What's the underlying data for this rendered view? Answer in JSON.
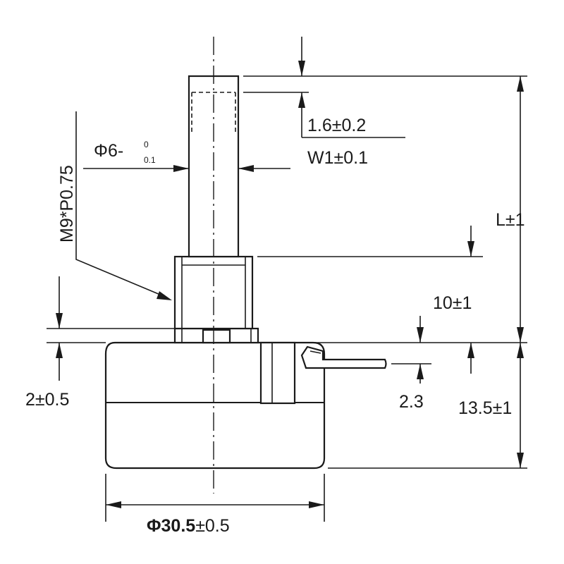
{
  "diagram": {
    "dimensions": {
      "shaft_diameter_symbol": "Φ6-",
      "shaft_diameter_tol_upper": "0",
      "shaft_diameter_tol_lower": "0.1",
      "thread": "M9*P0.75",
      "flat_depth": "1.6±0.2",
      "flat_length": "W1±0.1",
      "total_length": "L±1",
      "bushing_length": "10±1",
      "washer_thickness": "2±0.5",
      "terminal_offset": "2.3",
      "body_height": "13.5±1",
      "body_diameter_main": "Φ30.5",
      "body_diameter_tol": "±0.5"
    }
  }
}
